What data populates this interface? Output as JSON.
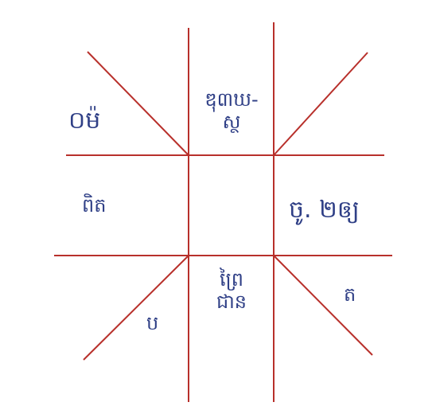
{
  "colors": {
    "line": "#b8302b",
    "ink": "#2f3f86",
    "background": "#ffffff"
  },
  "cells": {
    "top_left": "០ម៉",
    "top_center_line1": "ឌុ៣ឃ-",
    "top_center_line2": "ស្ថ",
    "middle_left": "ពិត",
    "middle_right": "ចូ. ២ឲ្យ",
    "bottom_center_line1": "ព្រៃ",
    "bottom_center_line2": "ជាន",
    "bottom_left": "ប",
    "bottom_right": "ត"
  }
}
